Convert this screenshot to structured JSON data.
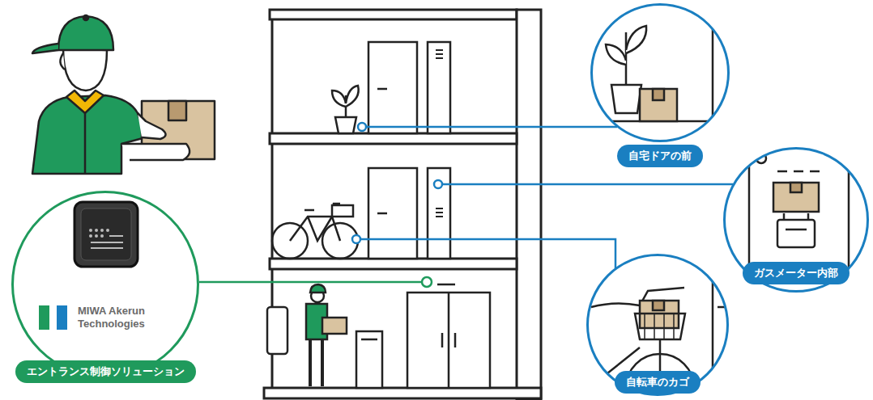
{
  "diagram": {
    "nodes": [
      {
        "text": [
          "MIWA Akerun Technologies",
          "エントランス制御ソリューション"
        ]
      },
      {
        "text": [
          "自宅ドアの前"
        ]
      },
      {
        "text": [
          "ガスメーター内部"
        ]
      },
      {
        "text": [
          "自転車のカゴ"
        ]
      }
    ]
  }
}
